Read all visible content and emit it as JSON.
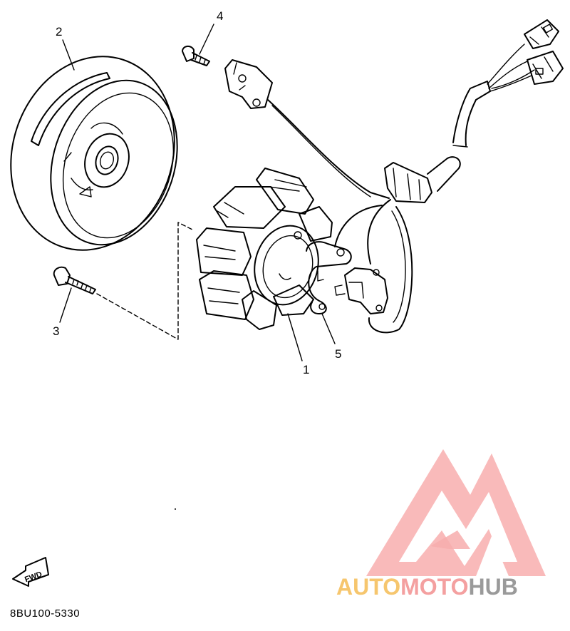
{
  "diagram": {
    "callouts": [
      "1",
      "2",
      "3",
      "4",
      "5"
    ],
    "drawing_code": "8BU100-5330",
    "fwd_label": "FWD"
  },
  "watermark": {
    "part_auto": "AUTO",
    "part_moto": "MOTO",
    "part_hub": "HUB",
    "color_auto": "#f6c66e",
    "color_moto": "#f4a0a0",
    "color_hub": "#9a9a9a",
    "logo_color": "#f7a5a5"
  }
}
